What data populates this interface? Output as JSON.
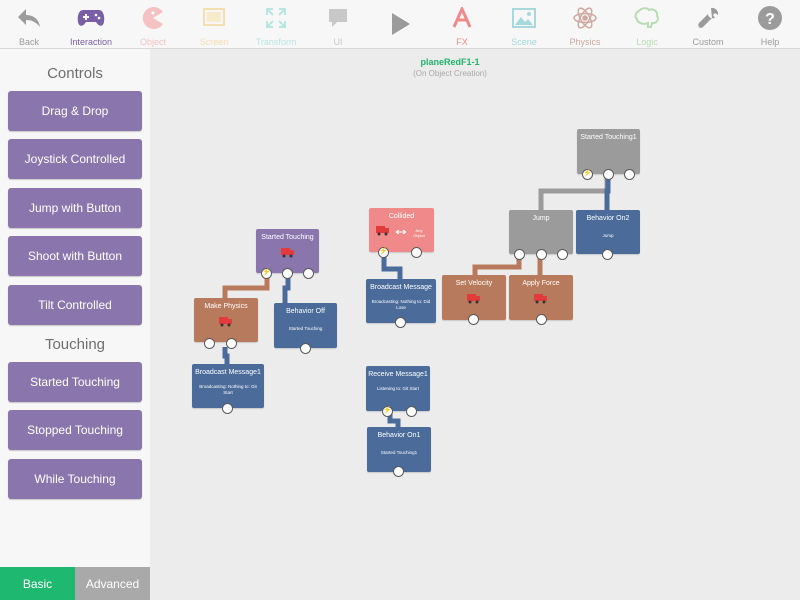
{
  "toolbar": {
    "items": [
      {
        "label": "Back",
        "icon": "back-arrow-icon",
        "color": "#9b9b9b"
      },
      {
        "label": "Interaction",
        "icon": "gamepad-icon",
        "color": "#7a5fa6"
      },
      {
        "label": "Object",
        "icon": "pacman-icon",
        "color": "#f4c2c2"
      },
      {
        "label": "Screen",
        "icon": "screen-icon",
        "color": "#f3dfb0"
      },
      {
        "label": "Transform",
        "icon": "transform-icon",
        "color": "#b8e6e1"
      },
      {
        "label": "UI",
        "icon": "speech-bubble-icon",
        "color": "#c8c8c8"
      },
      {
        "label": "",
        "icon": "play-icon",
        "color": "#9b9b9b"
      },
      {
        "label": "FX",
        "icon": "fx-icon",
        "color": "#f08a8a"
      },
      {
        "label": "Scene",
        "icon": "scene-icon",
        "color": "#a6d8dc"
      },
      {
        "label": "Physics",
        "icon": "atom-icon",
        "color": "#cfa9a0"
      },
      {
        "label": "Logic",
        "icon": "brain-icon",
        "color": "#b9dcb5"
      },
      {
        "label": "Custom",
        "icon": "wrench-icon",
        "color": "#9b9b9b"
      },
      {
        "label": "Help",
        "icon": "help-icon",
        "color": "#9b9b9b"
      }
    ]
  },
  "sidebar": {
    "controls_title": "Controls",
    "controls": [
      "Drag & Drop",
      "Joystick Controlled",
      "Jump with Button",
      "Shoot with Button",
      "Tilt Controlled"
    ],
    "touching_title": "Touching",
    "touching": [
      "Started Touching",
      "Stopped Touching",
      "While Touching"
    ]
  },
  "modes": {
    "basic": "Basic",
    "advanced": "Advanced",
    "basic_color": "#1fb870",
    "advanced_color": "#a9a9a9"
  },
  "canvas": {
    "object_name": "planeRedF1-1",
    "event": "(On Object Creation)",
    "nodes": {
      "started_touching": {
        "title": "Started Touching"
      },
      "make_physics": {
        "title": "Make Physics"
      },
      "behavior_off": {
        "title": "Behavior Off",
        "sub": "Started Touching"
      },
      "broadcast1": {
        "title": "Broadcast Message1",
        "sub": "Broadcasting: Nothing to: Git Start"
      },
      "collided": {
        "title": "Collided",
        "sub": "Any Object"
      },
      "broadcast": {
        "title": "Broadcast Message",
        "sub": "Broadcasting: Nothing to: Did Lose"
      },
      "receive1": {
        "title": "Receive Message1",
        "sub": "Listening to: Git Start"
      },
      "behavior_on1": {
        "title": "Behavior On1",
        "sub": "Started Touching1"
      },
      "started_touching1": {
        "title": "Started Touching1"
      },
      "jump": {
        "title": "Jump"
      },
      "behavior_on2": {
        "title": "Behavior On2",
        "sub": "Jump"
      },
      "set_velocity": {
        "title": "Set Velocity"
      },
      "apply_force": {
        "title": "Apply Force"
      }
    }
  },
  "colors": {
    "purple": "#8a76ad",
    "brown": "#b87a5c",
    "blue": "#4b6b9a",
    "gray": "#9b9b9b",
    "pink": "#f08a8a",
    "accent_green": "#21b36b"
  }
}
